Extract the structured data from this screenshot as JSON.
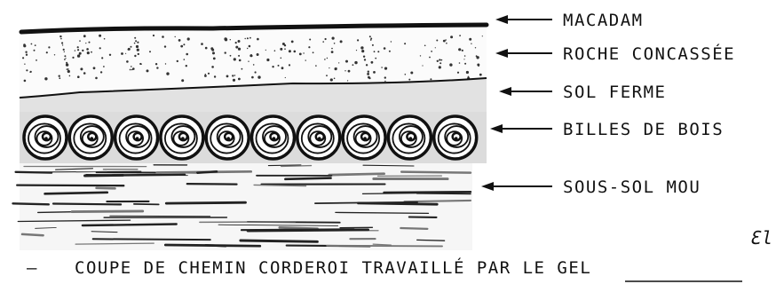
{
  "labels": {
    "macadam": "MACADAM",
    "crushed_rock": "ROCHE CONCASSÉE",
    "firm_soil": "SOL FERME",
    "logs": "BILLES DE BOIS",
    "soft_subsoil": "SOUS-SOL MOU"
  },
  "caption": {
    "dash": "—",
    "text": "COUPE DE CHEMIN CORDEROI TRAVAILLÉ PAR LE GEL"
  },
  "signature": "Ɛl",
  "log_count": 10,
  "colors": {
    "ink": "#111111",
    "shading": "#dcdcdc",
    "background": "#ffffff"
  }
}
